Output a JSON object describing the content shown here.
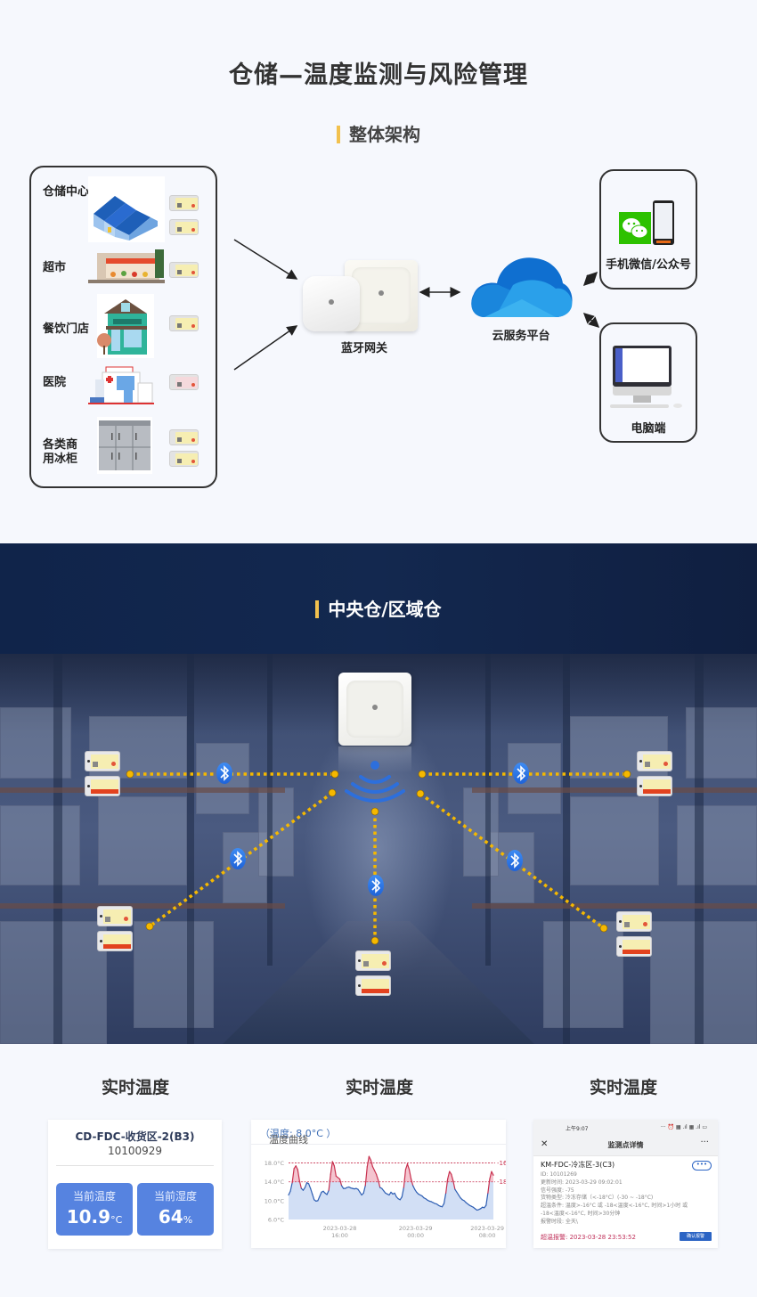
{
  "main_title": "仓储—温度监测与风险管理",
  "section1": {
    "title": "整体架构",
    "scenes": [
      {
        "label": "仓储中心",
        "sensor_count": 2
      },
      {
        "label": "超市",
        "sensor_count": 1
      },
      {
        "label": "餐饮门店",
        "sensor_count": 1
      },
      {
        "label": "医院",
        "sensor_count": 1
      },
      {
        "label": "各类商\n用冰柜",
        "label_line1": "各类商",
        "label_line2": "用冰柜",
        "sensor_count": 2
      }
    ],
    "gateway_label": "蓝牙网关",
    "cloud_label": "云服务平台",
    "clients": [
      {
        "label": "手机微信/公众号",
        "icon": "wechat-phone-icon"
      },
      {
        "label": "电脑端",
        "icon": "desktop-monitor-icon"
      }
    ]
  },
  "section2": {
    "title": "中央仓/区域仓",
    "gateway_icon": "bluetooth-gateway",
    "signal_icon": "wireless-signal-icon",
    "link_icon": "bluetooth-icon",
    "sensor_groups": [
      "left-top",
      "right-top",
      "left-bottom",
      "center-bottom",
      "right-bottom"
    ],
    "colors": {
      "link": "#f5b800",
      "bluetooth": "#2a6fe0",
      "signal": "#2d6fdc"
    }
  },
  "section3": {
    "titles": [
      "实时温度",
      "实时温度",
      "实时温度"
    ],
    "card1": {
      "point_name": "CD-FDC-收货区-2(B3)",
      "point_id": "10100929",
      "temp_label": "当前温度",
      "temp_value": "10.9",
      "temp_unit": "°C",
      "humidity_label": "当前湿度",
      "humidity_value": "64",
      "humidity_unit": "%"
    },
    "card2": {
      "header_label": "温度曲线",
      "header_value": "（温度: 8.0°C ）"
    },
    "card3": {
      "status_time": "上午9:07",
      "status_icons": "··· ⏰ ▦ .ıl ▦ .ıl ▭",
      "nav_close": "✕",
      "nav_title": "监测点详情",
      "nav_more": "···",
      "point_name": "KM-FDC-冷冻区-3(C3)",
      "more_button": "•••",
      "lines": [
        "ID: 10101269",
        "更新时间: 2023-03-29 09:02:01",
        "信号强度: -75",
        "货物类型: 冷冻存储（<-18°C）(-30 ~ -18°C)",
        "超温条件: 温度>-16°C 或 -18<温度<-16°C, 时间>1小时 或",
        "-18<温度<-16°C, 时间>30分钟",
        "报警时段: 全天\\"
      ],
      "alarm_text": "超温报警: 2023-03-28 23:53:52",
      "confirm_button": "确认报警"
    }
  },
  "chart_data": {
    "type": "area",
    "title": "温度曲线",
    "subtitle": "（温度: 8.0°C ）",
    "xlabel": "",
    "ylabel": "",
    "ylim": [
      6.0,
      20.0
    ],
    "yticks": [
      "6.0°C",
      "10.0°C",
      "14.0°C",
      "18.0°C"
    ],
    "ytick_values": [
      6,
      10,
      14,
      18
    ],
    "xticks": [
      {
        "label_line1": "2023-03-28",
        "label_line2": "16:00",
        "t": 0.25
      },
      {
        "label_line1": "2023-03-29",
        "label_line2": "00:00",
        "t": 0.62
      },
      {
        "label_line1": "2023-03-29",
        "label_line2": "08:00",
        "t": 0.97
      }
    ],
    "thresholds": [
      {
        "label": "-16",
        "value": 18.0,
        "color": "#c8314f"
      },
      {
        "label": "-18",
        "value": 14.0,
        "color": "#c8314f"
      }
    ],
    "grid": false,
    "series": [
      {
        "name": "温度",
        "color": "#2f5fb3",
        "fill": "#d2dff5",
        "over_fill": "#f4c4cf",
        "over_color": "#c8314f",
        "values": [
          11.2,
          12.0,
          13.8,
          16.8,
          17.4,
          16.6,
          14.2,
          12.6,
          12.2,
          12.8,
          13.8,
          13.6,
          12.6,
          11.4,
          10.2,
          9.9,
          10.0,
          10.9,
          11.8,
          12.0,
          11.6,
          11.3,
          12.2,
          15.6,
          18.3,
          17.4,
          15.2,
          14.9,
          14.6,
          13.2,
          12.6,
          12.6,
          12.8,
          12.9,
          12.7,
          12.6,
          12.5,
          12.6,
          12.4,
          11.8,
          11.2,
          11.6,
          13.2,
          17.2,
          19.4,
          18.6,
          17.2,
          16.4,
          15.6,
          14.4,
          12.8,
          12.6,
          12.1,
          11.6,
          11.4,
          11.2,
          11.8,
          11.4,
          11.6,
          10.8,
          10.4,
          10.2,
          10.8,
          12.8,
          16.6,
          17.8,
          16.6,
          14.6,
          13.2,
          12.4,
          11.8,
          11.4,
          11.2,
          11.0,
          10.6,
          10.4,
          10.1,
          9.9,
          9.8,
          9.6,
          9.4,
          9.3,
          9.0,
          8.8,
          8.7,
          9.4,
          11.6,
          14.6,
          16.2,
          15.6,
          14.2,
          12.4,
          11.8,
          11.2,
          10.6,
          10.2,
          10.0,
          9.6,
          9.3,
          9.0,
          8.8,
          8.6,
          8.3,
          8.0,
          8.1,
          8.3,
          8.6,
          8.5,
          9.0,
          11.6,
          14.6,
          16.2,
          15.4
        ]
      }
    ]
  }
}
